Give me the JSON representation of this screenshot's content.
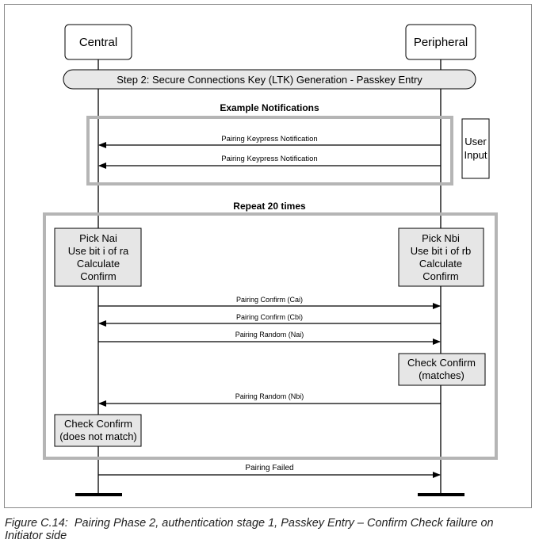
{
  "actors": {
    "central": "Central",
    "peripheral": "Peripheral"
  },
  "step_banner": "Step 2: Secure Connections Key (LTK) Generation - Passkey Entry",
  "notifications_group": {
    "title": "Example Notifications",
    "messages": [
      "Pairing Keypress Notification",
      "Pairing Keypress Notification"
    ],
    "user_input": [
      "User",
      "Input"
    ]
  },
  "repeat_group": {
    "title": "Repeat 20 times",
    "central_box": [
      "Pick Nai",
      "Use bit i of ra",
      "Calculate",
      "Confirm"
    ],
    "peripheral_box": [
      "Pick Nbi",
      "Use bit i of rb",
      "Calculate",
      "Confirm"
    ],
    "messages": [
      "Pairing Confirm (Cai)",
      "Pairing Confirm (Cbi)",
      "Pairing Random (Nai)",
      "Pairing Random (Nbi)"
    ],
    "check_peripheral": [
      "Check Confirm",
      "(matches)"
    ],
    "check_central": [
      "Check Confirm",
      "(does not match)"
    ]
  },
  "final_message": "Pairing Failed",
  "caption": {
    "label": "Figure C.14:",
    "text": "Pairing Phase 2, authentication stage 1, Passkey Entry – Confirm Check failure on Initiator side"
  }
}
